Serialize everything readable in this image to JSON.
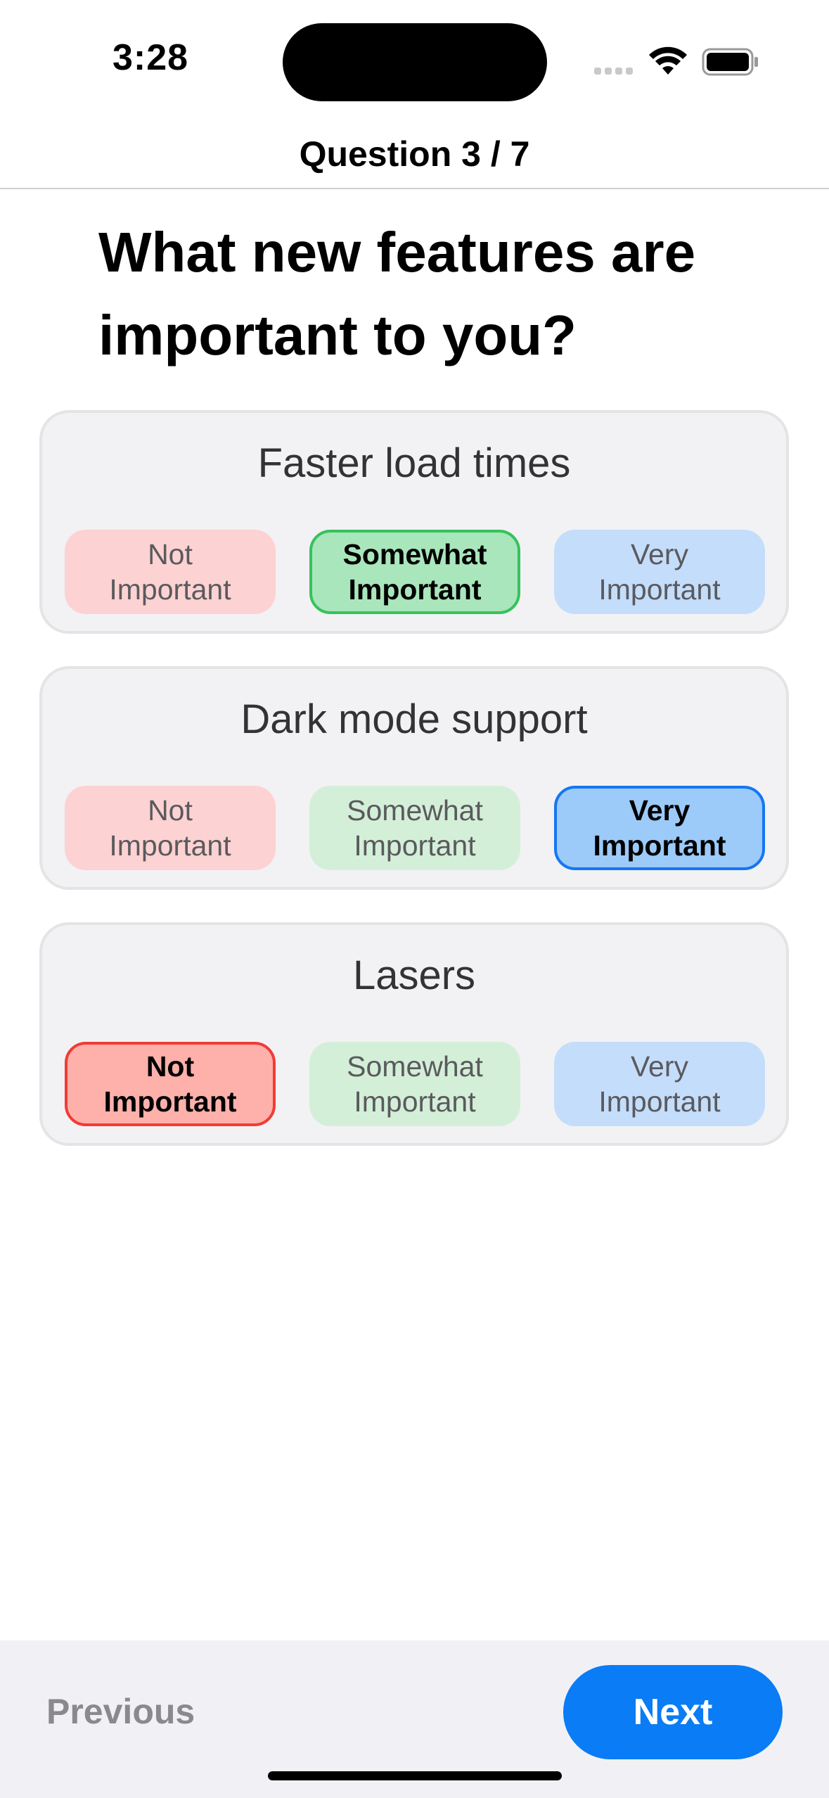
{
  "status_bar": {
    "time": "3:28"
  },
  "nav": {
    "title": "Question 3 / 7"
  },
  "question": {
    "text": "What new features are important to you?"
  },
  "features": [
    {
      "title": "Faster load times",
      "selected": "somewhat"
    },
    {
      "title": "Dark mode support",
      "selected": "very"
    },
    {
      "title": "Lasers",
      "selected": "not"
    }
  ],
  "options": {
    "not_line1": "Not",
    "not_line2": "Important",
    "some_line1": "Somewhat",
    "some_line2": "Important",
    "very_line1": "Very",
    "very_line2": "Important"
  },
  "footer": {
    "previous_label": "Previous",
    "next_label": "Next"
  },
  "colors": {
    "accent": "#0a7cf5",
    "not_important": "#f23b36",
    "somewhat_important": "#36c25c",
    "very_important": "#1477f2"
  },
  "icons": [
    "signal-icon",
    "wifi-icon",
    "battery-icon"
  ]
}
